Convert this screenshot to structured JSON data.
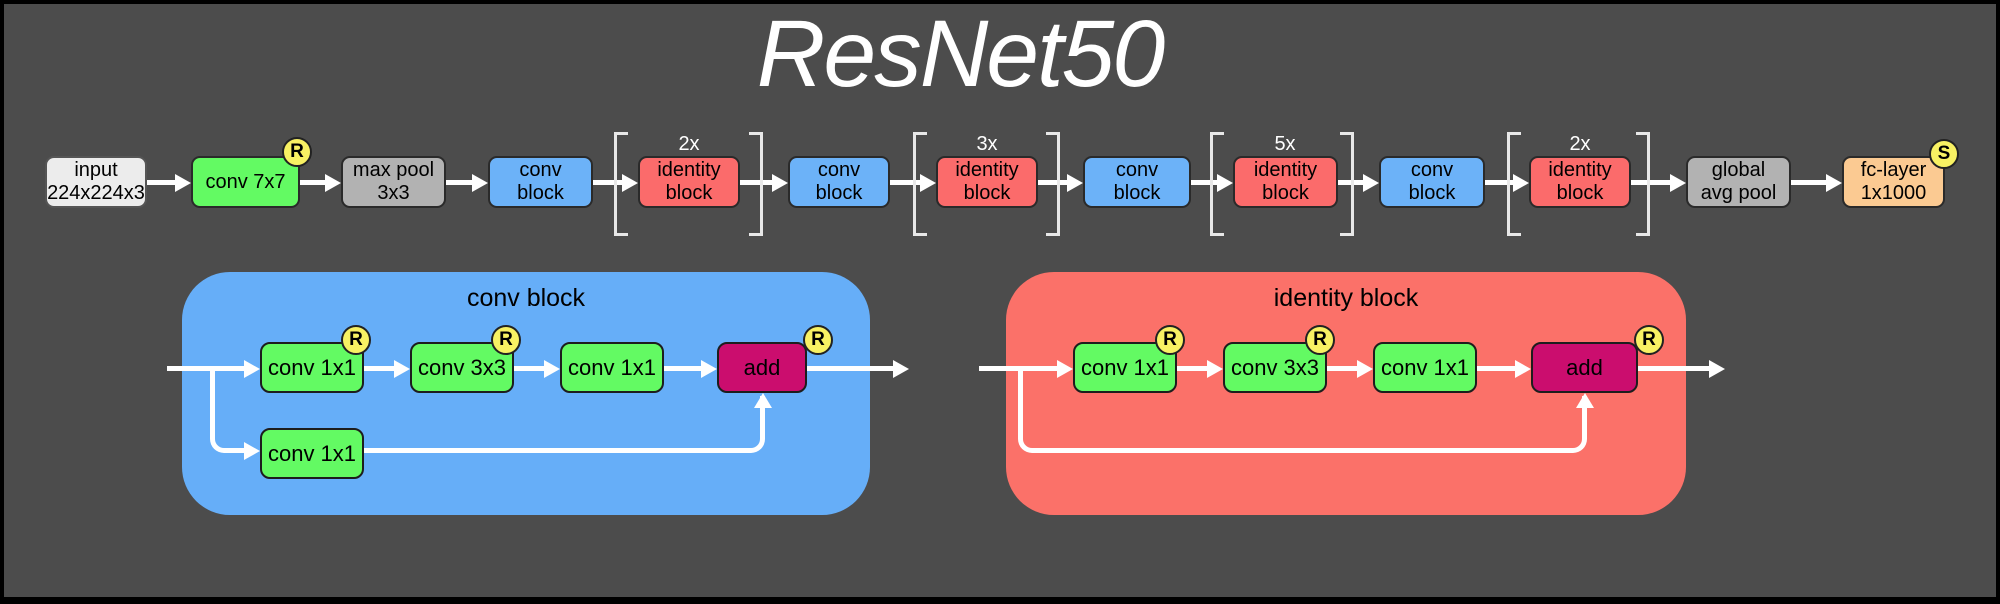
{
  "title": "ResNet50",
  "badges": {
    "relu": "R",
    "softmax": "S"
  },
  "pipeline": {
    "nodes": [
      {
        "label": "input\n224x224x3"
      },
      {
        "label": "conv 7x7",
        "badge": "R"
      },
      {
        "label": "max pool\n3x3"
      },
      {
        "label": "conv\nblock"
      },
      {
        "label": "identity\nblock",
        "repeat": "2x"
      },
      {
        "label": "conv\nblock"
      },
      {
        "label": "identity\nblock",
        "repeat": "3x"
      },
      {
        "label": "conv\nblock"
      },
      {
        "label": "identity\nblock",
        "repeat": "5x"
      },
      {
        "label": "conv\nblock"
      },
      {
        "label": "identity\nblock",
        "repeat": "2x"
      },
      {
        "label": "global\navg pool"
      },
      {
        "label": "fc-layer\n1x1000",
        "badge": "S"
      }
    ]
  },
  "conv_block_detail": {
    "title": "conv block",
    "main_path": [
      "conv 1x1",
      "conv 3x3",
      "conv 1x1"
    ],
    "add_label": "add",
    "shortcut_label": "conv 1x1"
  },
  "identity_block_detail": {
    "title": "identity block",
    "main_path": [
      "conv 1x1",
      "conv 3x3",
      "conv 1x1"
    ],
    "add_label": "add"
  },
  "colors": {
    "background": "#4c4c4c",
    "node_green": "#63fa63",
    "node_blue": "#6cb2f8",
    "node_red": "#fb6b6b",
    "node_gray": "#b2b2b2",
    "node_input": "#ececec",
    "node_peach": "#fbca92",
    "add_magenta": "#cb0d6e",
    "badge_yellow": "#f8f163",
    "container_blue": "#66aef8",
    "container_red": "#fb7169",
    "line_white": "#ffffff"
  }
}
